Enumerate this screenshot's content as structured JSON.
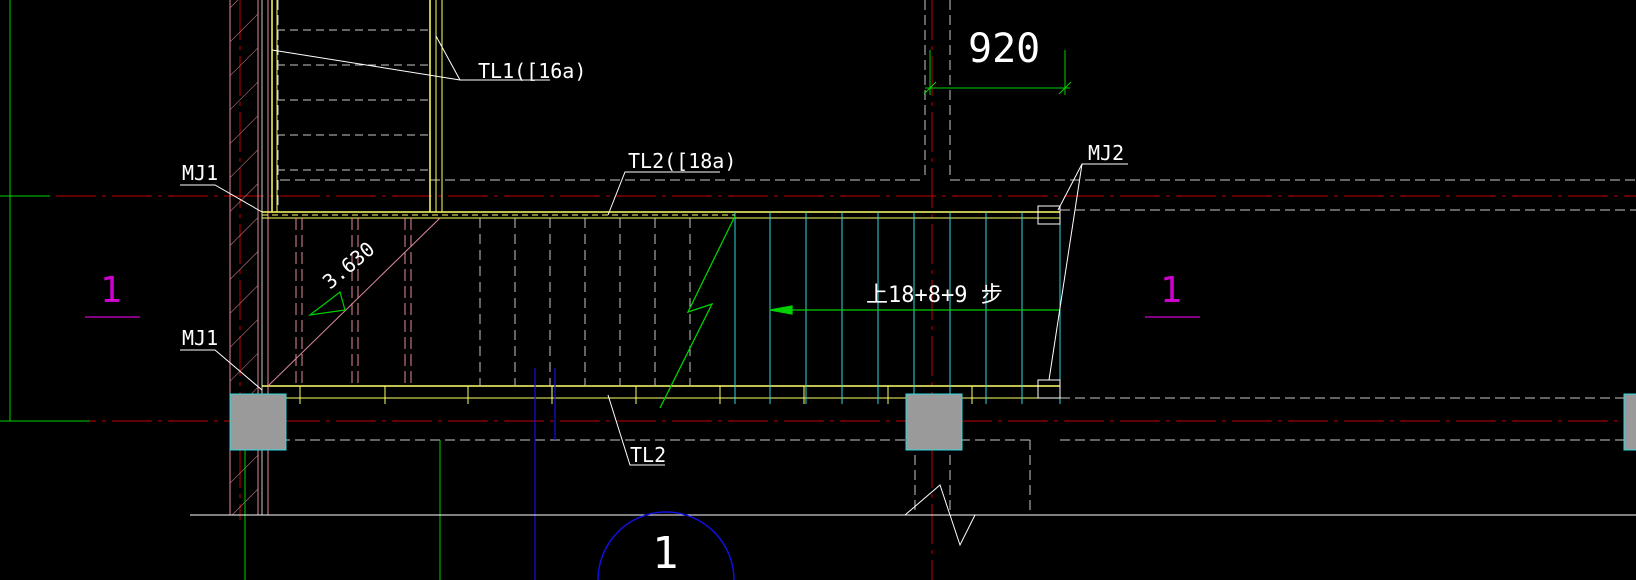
{
  "labels": {
    "tl1": "TL1([16a)",
    "tl2_top": "TL2([18a)",
    "tl2_bottom": "TL2",
    "mj1_top": "MJ1",
    "mj1_bottom": "MJ1",
    "mj2": "MJ2",
    "dimension": "920",
    "axis_left": "1",
    "axis_right": "1",
    "section_bubble": "1",
    "elevation": "3.630",
    "stair_note": "上18+8+9 步"
  },
  "colors": {
    "background": "#000000",
    "axis_line": "#c00000",
    "dashed": "#c8c8c8",
    "yellow": "#ffff66",
    "pink": "#e08a9a",
    "cyan": "#30d8e0",
    "green": "#00d000",
    "blue": "#1010e0",
    "magenta": "#d000d0",
    "column_fill": "#9a9a9a",
    "white": "#ffffff"
  }
}
